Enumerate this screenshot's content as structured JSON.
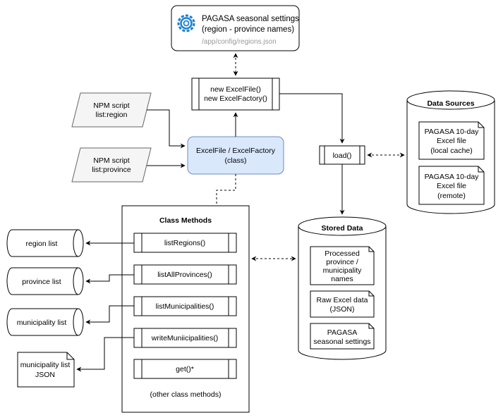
{
  "config_box": {
    "title_line1": "PAGASA seasonal settings",
    "title_line2": "(region - province names)",
    "path": "/app/config/regions.json",
    "icon": "gear-icon",
    "icon_color": "#1a7fd4"
  },
  "constructor_box": {
    "line1": "new ExcelFile()",
    "line2": "new ExcelFactory()"
  },
  "npm_region": {
    "line1": "NPM script",
    "line2": "list:region"
  },
  "npm_province": {
    "line1": "NPM script",
    "line2": "list:province"
  },
  "class_box": {
    "line1": "ExcelFile / ExcelFactory",
    "line2": "(class)",
    "fill_color": "#dae8fc",
    "stroke_color": "#6c8ebf"
  },
  "load_box": {
    "label": "load()"
  },
  "data_sources": {
    "title": "Data Sources",
    "items": [
      {
        "line1": "PAGASA 10-day",
        "line2": "Excel file",
        "line3": "(local cache)"
      },
      {
        "line1": "PAGASA 10-day",
        "line2": "Excel file",
        "line3": "(remote)"
      }
    ]
  },
  "stored_data": {
    "title": "Stored Data",
    "items": [
      {
        "lines": [
          "Processed",
          "province /",
          "municipality",
          "names"
        ]
      },
      {
        "lines": [
          "Raw Excel data",
          "(JSON)"
        ]
      },
      {
        "lines": [
          "PAGASA",
          "seasonal settings"
        ]
      }
    ]
  },
  "class_methods": {
    "title": "Class Methods",
    "methods": [
      "listRegions()",
      "listAllProvinces()",
      "listMunicipalities()",
      "writeMuniicipalities()",
      "get()*"
    ],
    "footer": "(other class methods)"
  },
  "outputs": {
    "region_list": "region list",
    "province_list": "province list",
    "municipality_list": "municipality list",
    "municipality_json_line1": "municipality list",
    "municipality_json_line2": "JSON"
  }
}
